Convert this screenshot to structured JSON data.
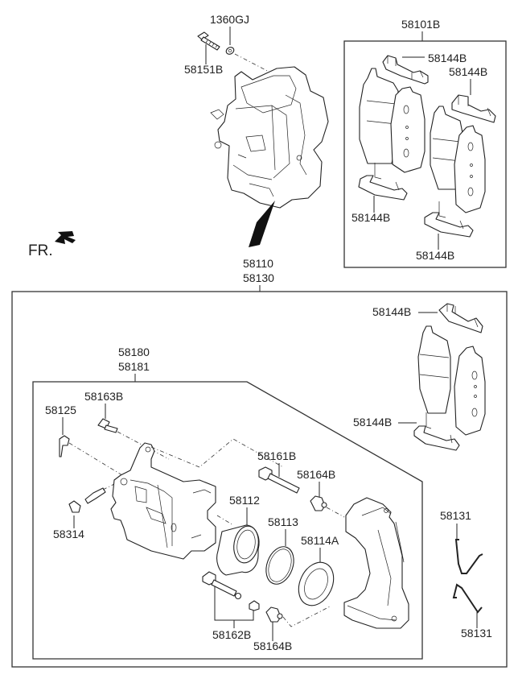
{
  "diagram": {
    "title": "Front Brake Caliper Assembly",
    "direction_indicator": {
      "label": "FR.",
      "icon": "front-arrow-icon"
    },
    "labels": {
      "washer": "1360GJ",
      "bolt_top": "58151B",
      "pad_kit": "58101B",
      "pad_kit_clip_1": "58144B",
      "pad_kit_clip_2": "58144B",
      "pad_kit_clip_3": "58144B",
      "pad_kit_clip_4": "58144B",
      "caliper_assy_1": "58110",
      "caliper_assy_2": "58130",
      "pad_clip_upper": "58144B",
      "pad_clip_lower": "58144B",
      "caliper_body_1": "58180",
      "caliper_body_2": "58181",
      "bleeder_screw_bolt": "58163B",
      "bleeder_cap": "58125",
      "bleeder_screw": "58314",
      "guide_pin_upper": "58161B",
      "guide_boot_upper": "58164B",
      "piston": "58112",
      "piston_seal": "58113",
      "piston_boot": "58114A",
      "guide_pin_lower": "58162B",
      "guide_boot_lower": "58164B",
      "pad_spring_upper": "58131",
      "pad_spring_lower": "58131"
    }
  }
}
